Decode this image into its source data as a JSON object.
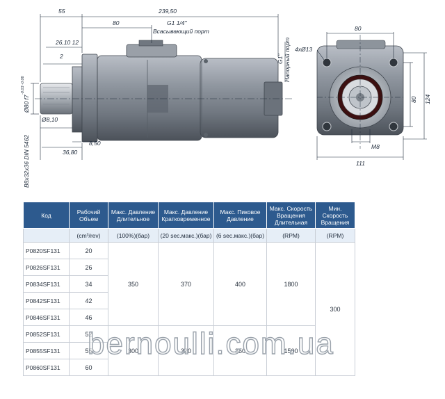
{
  "drawing": {
    "dims": {
      "d55": "55",
      "d239": "239,50",
      "d80a": "80",
      "g14": "G1 1/4\"",
      "suction": "Всасывающий порт",
      "d261012": "26,10 12",
      "d2": "2",
      "d810": "Ø8,10",
      "d850": "8,50",
      "d3680": "36,80",
      "d80h7": "Ø80 f7",
      "tol": "-0.03 -0.06",
      "spline": "B8x32x36 DIN 5462",
      "g1": "G1\"",
      "pressure": "Напорный порт",
      "d80b": "80",
      "d4x13": "4xØ13",
      "d80c": "80",
      "d124": "124",
      "m8": "M8",
      "d111": "111"
    }
  },
  "table": {
    "headers": [
      "Код",
      "Рабочий Объем",
      "Макс. Давление Длительное",
      "Макс. Давление Кратковременное",
      "Макс. Пиковое Давление",
      "Макс. Скорость Вращения Длительная",
      "Мин. Скорость Вращения"
    ],
    "units": [
      "",
      "(cm³/rev)",
      "(100%)(бар)",
      "(20 sec.макс.)(бар)",
      "(6 sec.макс.)(бар)",
      "(RPM)",
      "(RPM)"
    ],
    "rows": [
      {
        "code": "P0820SF131",
        "disp": "20"
      },
      {
        "code": "P0826SF131",
        "disp": "26"
      },
      {
        "code": "P0834SF131",
        "disp": "34"
      },
      {
        "code": "P0842SF131",
        "disp": "42"
      },
      {
        "code": "P0846SF131",
        "disp": "46"
      },
      {
        "code": "P0852SF131",
        "disp": "52"
      },
      {
        "code": "P0855SF131",
        "disp": "55"
      },
      {
        "code": "P0860SF131",
        "disp": "60"
      }
    ],
    "group1": {
      "cont": "350",
      "short": "370",
      "peak": "400",
      "speed": "1800"
    },
    "group2": {
      "cont": "300",
      "short": "320",
      "peak": "350",
      "speed": "1500"
    },
    "min_speed": "300"
  },
  "watermark": "bernoulli.com.ua"
}
